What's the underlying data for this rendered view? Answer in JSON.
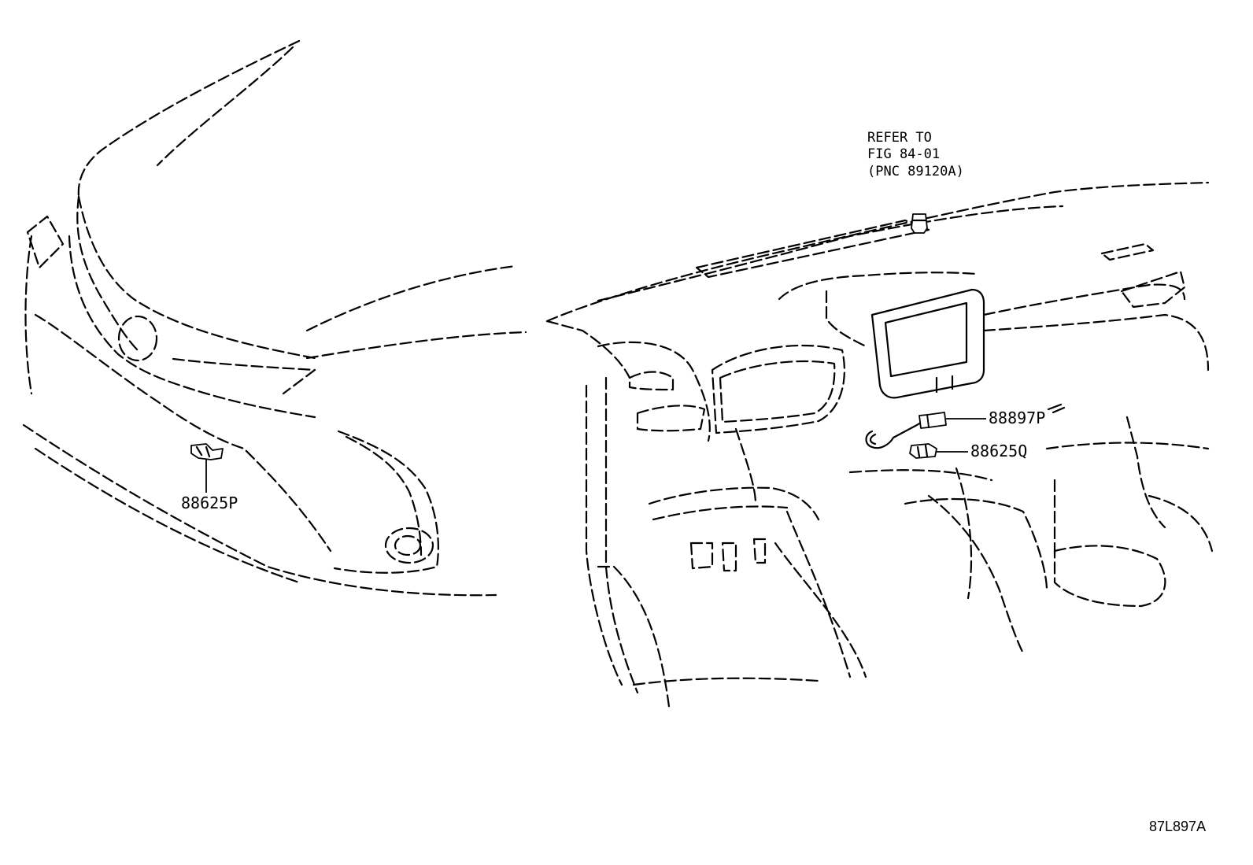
{
  "callouts": {
    "front_sensor": "88625P",
    "cabin_wire": "88897P",
    "cabin_sensor": "88625Q"
  },
  "reference_note": {
    "line1": "REFER TO",
    "line2": "FIG 84-01",
    "line3": "(PNC 89120A)"
  },
  "illustration_code": "87L897A"
}
